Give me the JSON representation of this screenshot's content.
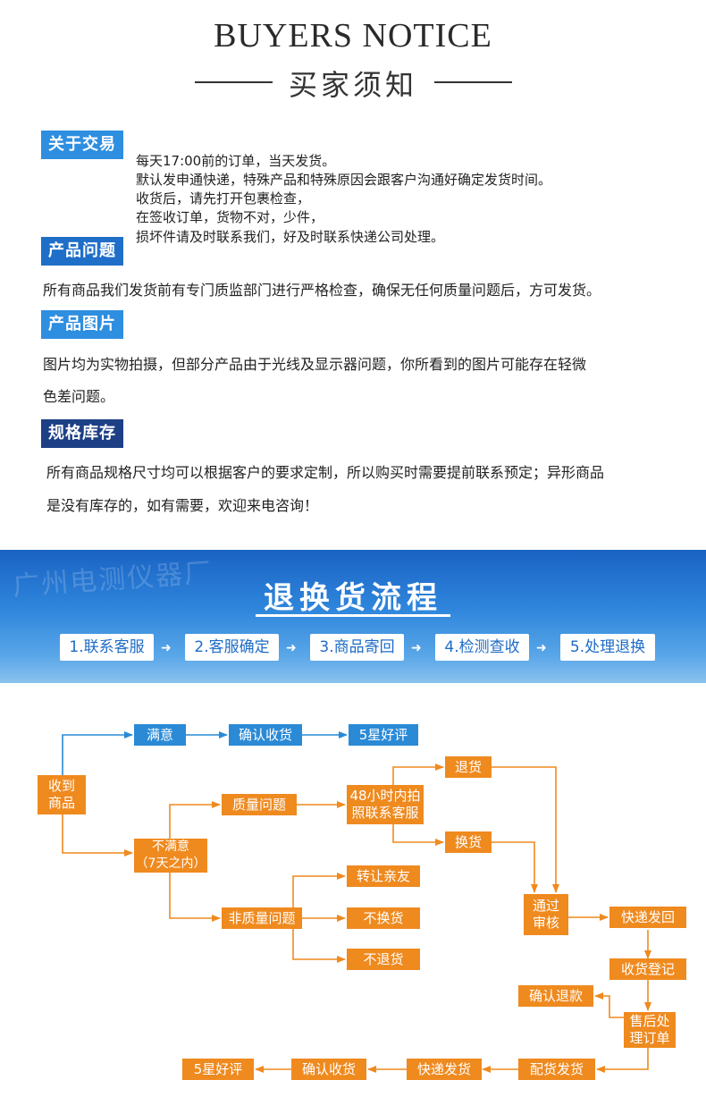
{
  "header": {
    "title_en": "BUYERS NOTICE",
    "title_cn": "买家须知"
  },
  "sections": [
    {
      "badge": "关于交易",
      "lines": [
        "每天17:00前的订单，当天发货。",
        "默认发申通快递，特殊产品和特殊原因会跟客户沟通好确定发货时间。",
        "收货后，请先打开包裹检查，",
        "在签收订单，货物不对，少件，",
        "损坏件请及时联系我们，好及时联系快递公司处理。"
      ]
    },
    {
      "badge": "产品问题",
      "lines": [
        "所有商品我们发货前有专门质监部门进行严格检查，确保无任何质量问题后，方可发货。"
      ]
    },
    {
      "badge": "产品图片",
      "lines": [
        "图片均为实物拍摄，但部分产品由于光线及显示器问题，你所看到的图片可能存在轻微",
        "色差问题。"
      ]
    },
    {
      "badge": "规格库存",
      "lines": [
        "所有商品规格尺寸均可以根据客户的要求定制，所以购买时需要提前联系预定；异形商品",
        "是没有库存的，如有需要，欢迎来电咨询！"
      ]
    }
  ],
  "banner": {
    "watermark": "广州电测仪器厂",
    "title": "退换货流程",
    "steps": [
      "1.联系客服",
      "2.客服确定",
      "3.商品寄回",
      "4.检测查收",
      "5.处理退换"
    ]
  },
  "flow": {
    "receive": "收到\n商品",
    "satisfied": "满意",
    "confirm_receipt_top": "确认收货",
    "five_star_top": "5星好评",
    "unsatisfied": "不满意\n（7天之内）",
    "quality_issue": "质量问题",
    "contact_48h": "48小时内拍\n照联系客服",
    "return": "退货",
    "exchange": "换货",
    "non_quality_issue": "非质量问题",
    "transfer": "转让亲友",
    "no_exchange": "不换货",
    "no_return": "不退货",
    "review": "通过\n审核",
    "express_return": "快递发回",
    "receipt_register": "收货登记",
    "confirm_refund": "确认退款",
    "after_sales": "售后处\n理订单",
    "dispatch": "配货发货",
    "express_ship": "快递发货",
    "confirm_receipt_bottom": "确认收货",
    "five_star_bottom": "5星好评"
  },
  "colors": {
    "orange": "#ef8a1f",
    "blue": "#2a8ad6",
    "badge_blue_1": "#2e8ee0",
    "badge_blue_2": "#1f6fc8",
    "badge_navy": "#1d3f86"
  }
}
